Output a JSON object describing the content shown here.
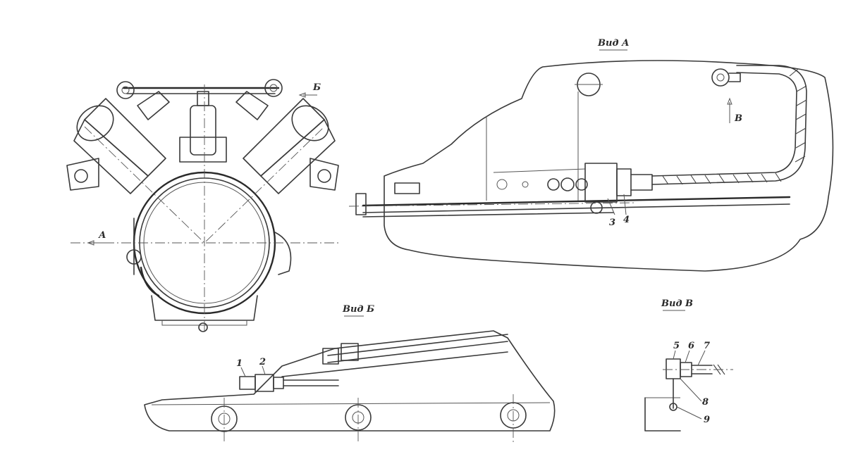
{
  "views": {
    "view_a": {
      "title": "Вид А"
    },
    "view_b": {
      "title": "Вид Б"
    },
    "view_v": {
      "title": "Вид В"
    }
  },
  "direction_markers": {
    "a": "А",
    "b": "Б",
    "v": "В"
  },
  "callouts": {
    "n1": "1",
    "n2": "2",
    "n3": "3",
    "n4": "4",
    "n5": "5",
    "n6": "6",
    "n7": "7",
    "n8": "8",
    "n9": "9"
  },
  "caption": "",
  "colors": {
    "ink": "#2a2a2a",
    "paper": "#ffffff"
  }
}
